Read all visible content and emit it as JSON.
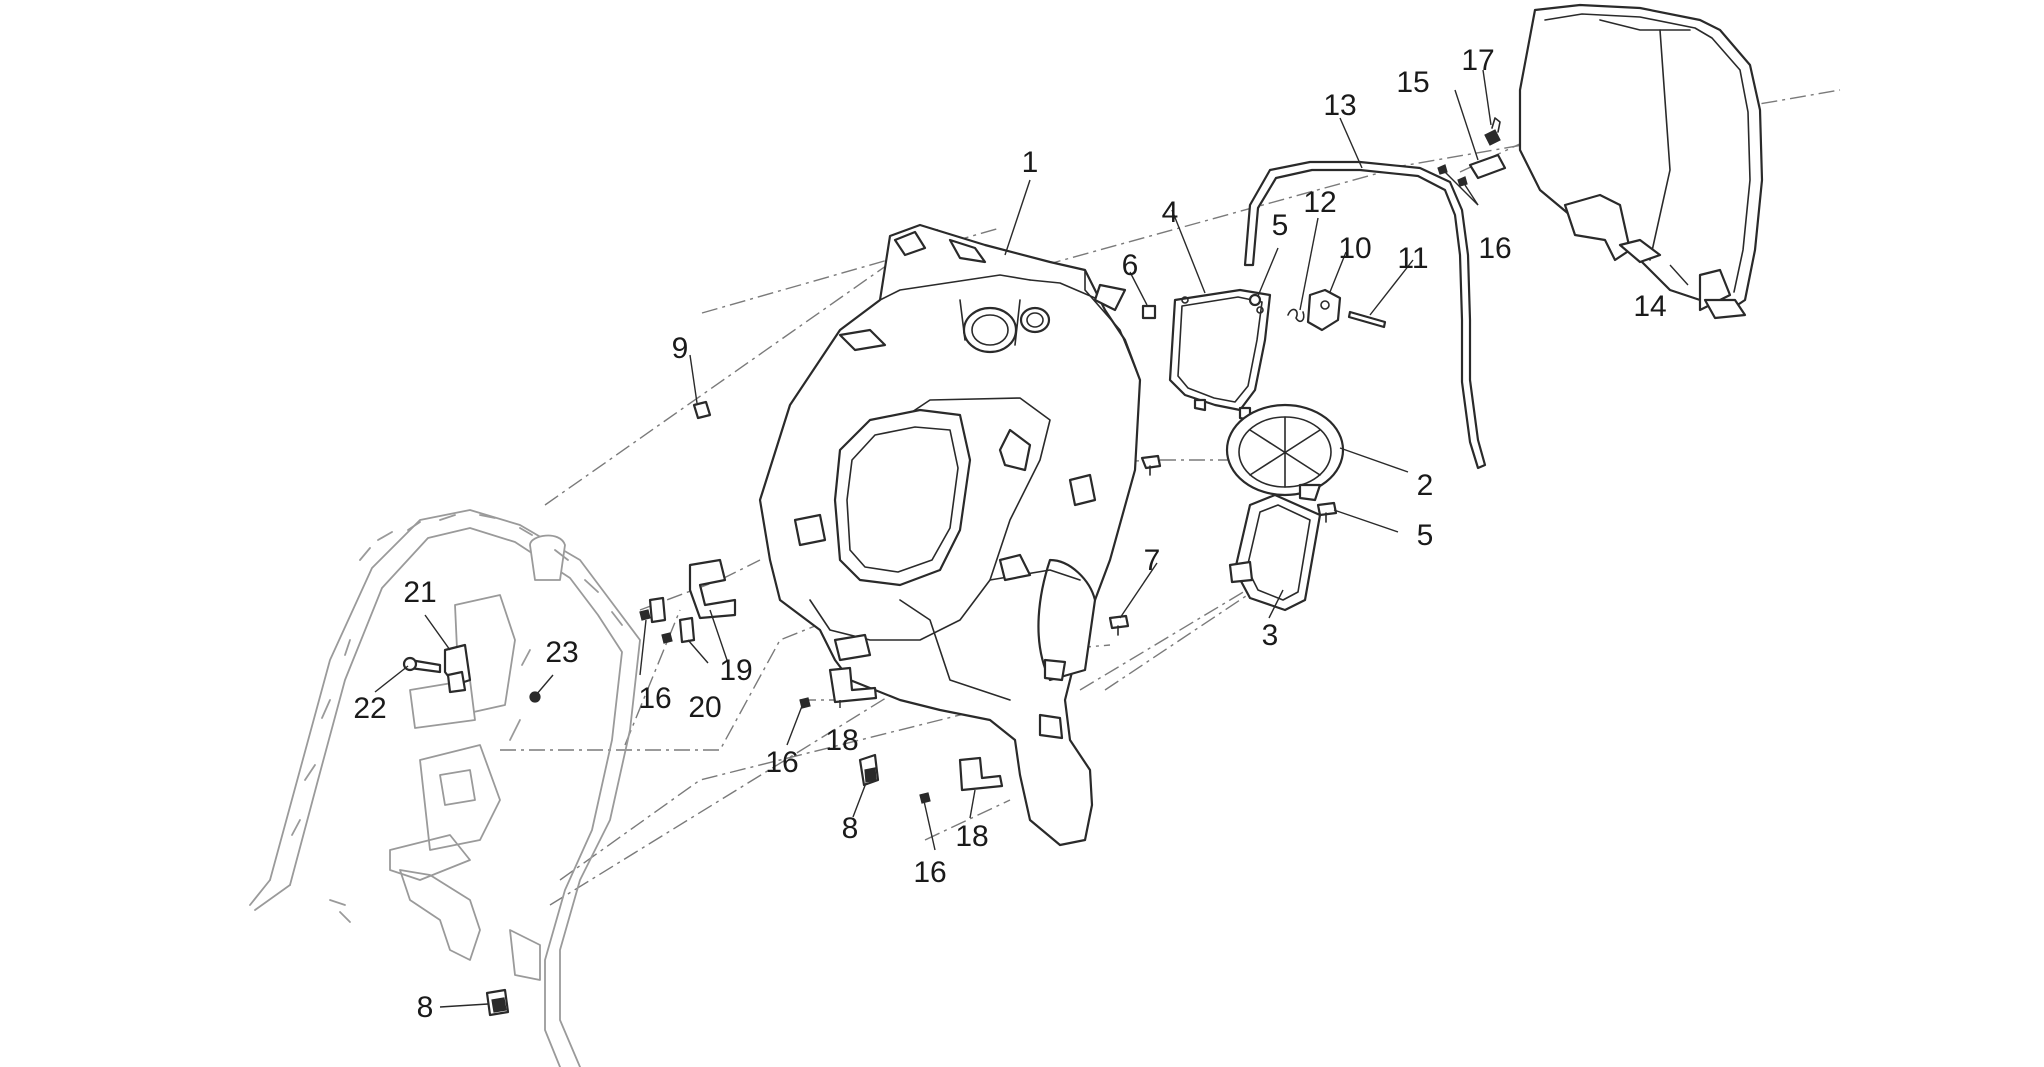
{
  "callouts": [
    {
      "text": "1"
    },
    {
      "text": "2"
    },
    {
      "text": "3"
    },
    {
      "text": "4"
    },
    {
      "text": "5"
    },
    {
      "text": "5"
    },
    {
      "text": "6"
    },
    {
      "text": "7"
    },
    {
      "text": "8"
    },
    {
      "text": "8"
    },
    {
      "text": "9"
    },
    {
      "text": "10"
    },
    {
      "text": "11"
    },
    {
      "text": "12"
    },
    {
      "text": "13"
    },
    {
      "text": "14"
    },
    {
      "text": "15"
    },
    {
      "text": "16"
    },
    {
      "text": "16"
    },
    {
      "text": "16"
    },
    {
      "text": "16"
    },
    {
      "text": "17"
    },
    {
      "text": "18"
    },
    {
      "text": "18"
    },
    {
      "text": "19"
    },
    {
      "text": "20"
    },
    {
      "text": "21"
    },
    {
      "text": "22"
    },
    {
      "text": "23"
    }
  ]
}
